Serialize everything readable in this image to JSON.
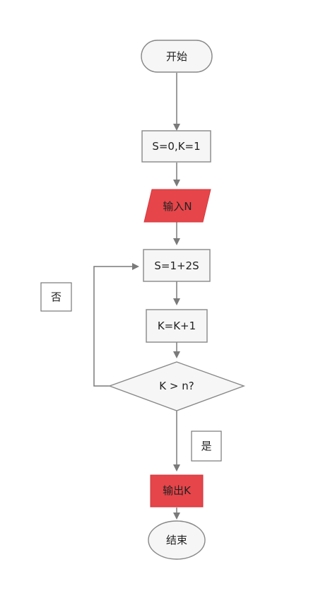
{
  "colors": {
    "process_fill": "#f6f6f6",
    "terminal_fill": "#f6f6f6",
    "io_fill": "#e6454a",
    "stroke": "#888888",
    "edge": "#7a7a7a"
  },
  "nodes": {
    "start": "开始",
    "init": "S=0,K=1",
    "input": "输入N",
    "update_s": "S=1+2S",
    "update_k": "K=K+1",
    "decision": "K > n?",
    "output": "输出K",
    "end": "结束"
  },
  "edge_labels": {
    "no": "否",
    "yes": "是"
  }
}
